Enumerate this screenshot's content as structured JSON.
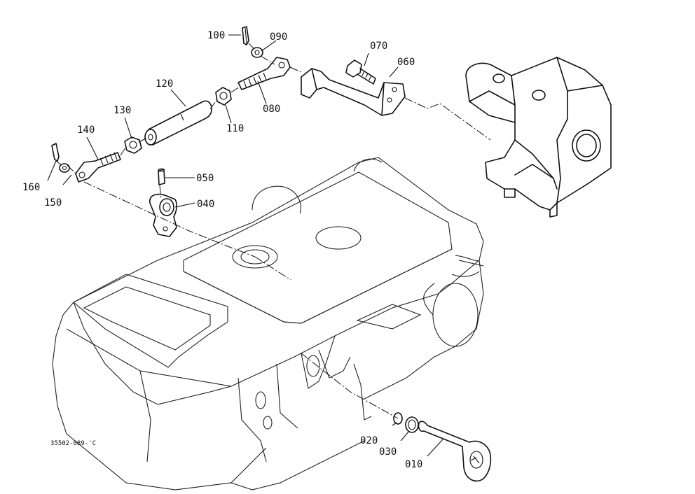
{
  "labels": {
    "p010": "010",
    "p020": "020",
    "p030": "030",
    "p040": "040",
    "p050": "050",
    "p060": "060",
    "p070": "070",
    "p080": "080",
    "p090": "090",
    "p100": "100",
    "p110": "110",
    "p120": "120",
    "p130": "130",
    "p140": "140",
    "p150": "150",
    "p160": "160"
  },
  "drawing_ref": "35502-089-'C"
}
